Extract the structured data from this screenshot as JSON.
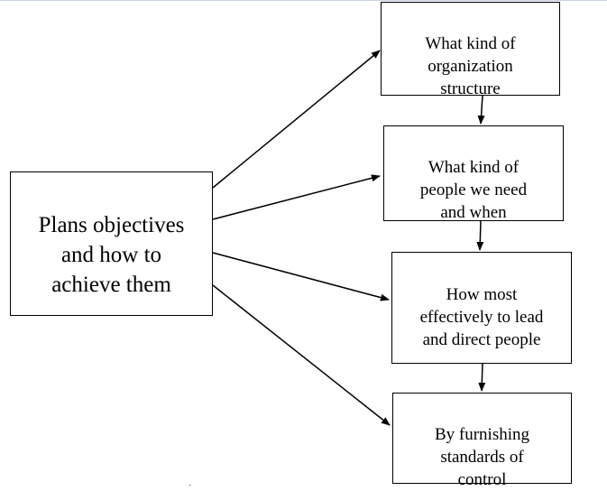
{
  "diagram": {
    "source": {
      "id": "plans",
      "label": "Plans objectives\nand how to\nachieve them"
    },
    "targets": [
      {
        "id": "structure",
        "label": "What kind of\norganization\nstructure"
      },
      {
        "id": "people",
        "label": "What kind of\npeople we need\nand when"
      },
      {
        "id": "lead",
        "label": "How most\neffectively to lead\nand direct people"
      },
      {
        "id": "control",
        "label": "By furnishing\nstandards of\ncontrol"
      }
    ],
    "edges": [
      {
        "from": "plans",
        "to": "structure"
      },
      {
        "from": "plans",
        "to": "people"
      },
      {
        "from": "plans",
        "to": "lead"
      },
      {
        "from": "plans",
        "to": "control"
      },
      {
        "from": "structure",
        "to": "people"
      },
      {
        "from": "people",
        "to": "lead"
      },
      {
        "from": "lead",
        "to": "control"
      }
    ],
    "colors": {
      "stroke": "#000000",
      "background": "#ffffff"
    }
  }
}
